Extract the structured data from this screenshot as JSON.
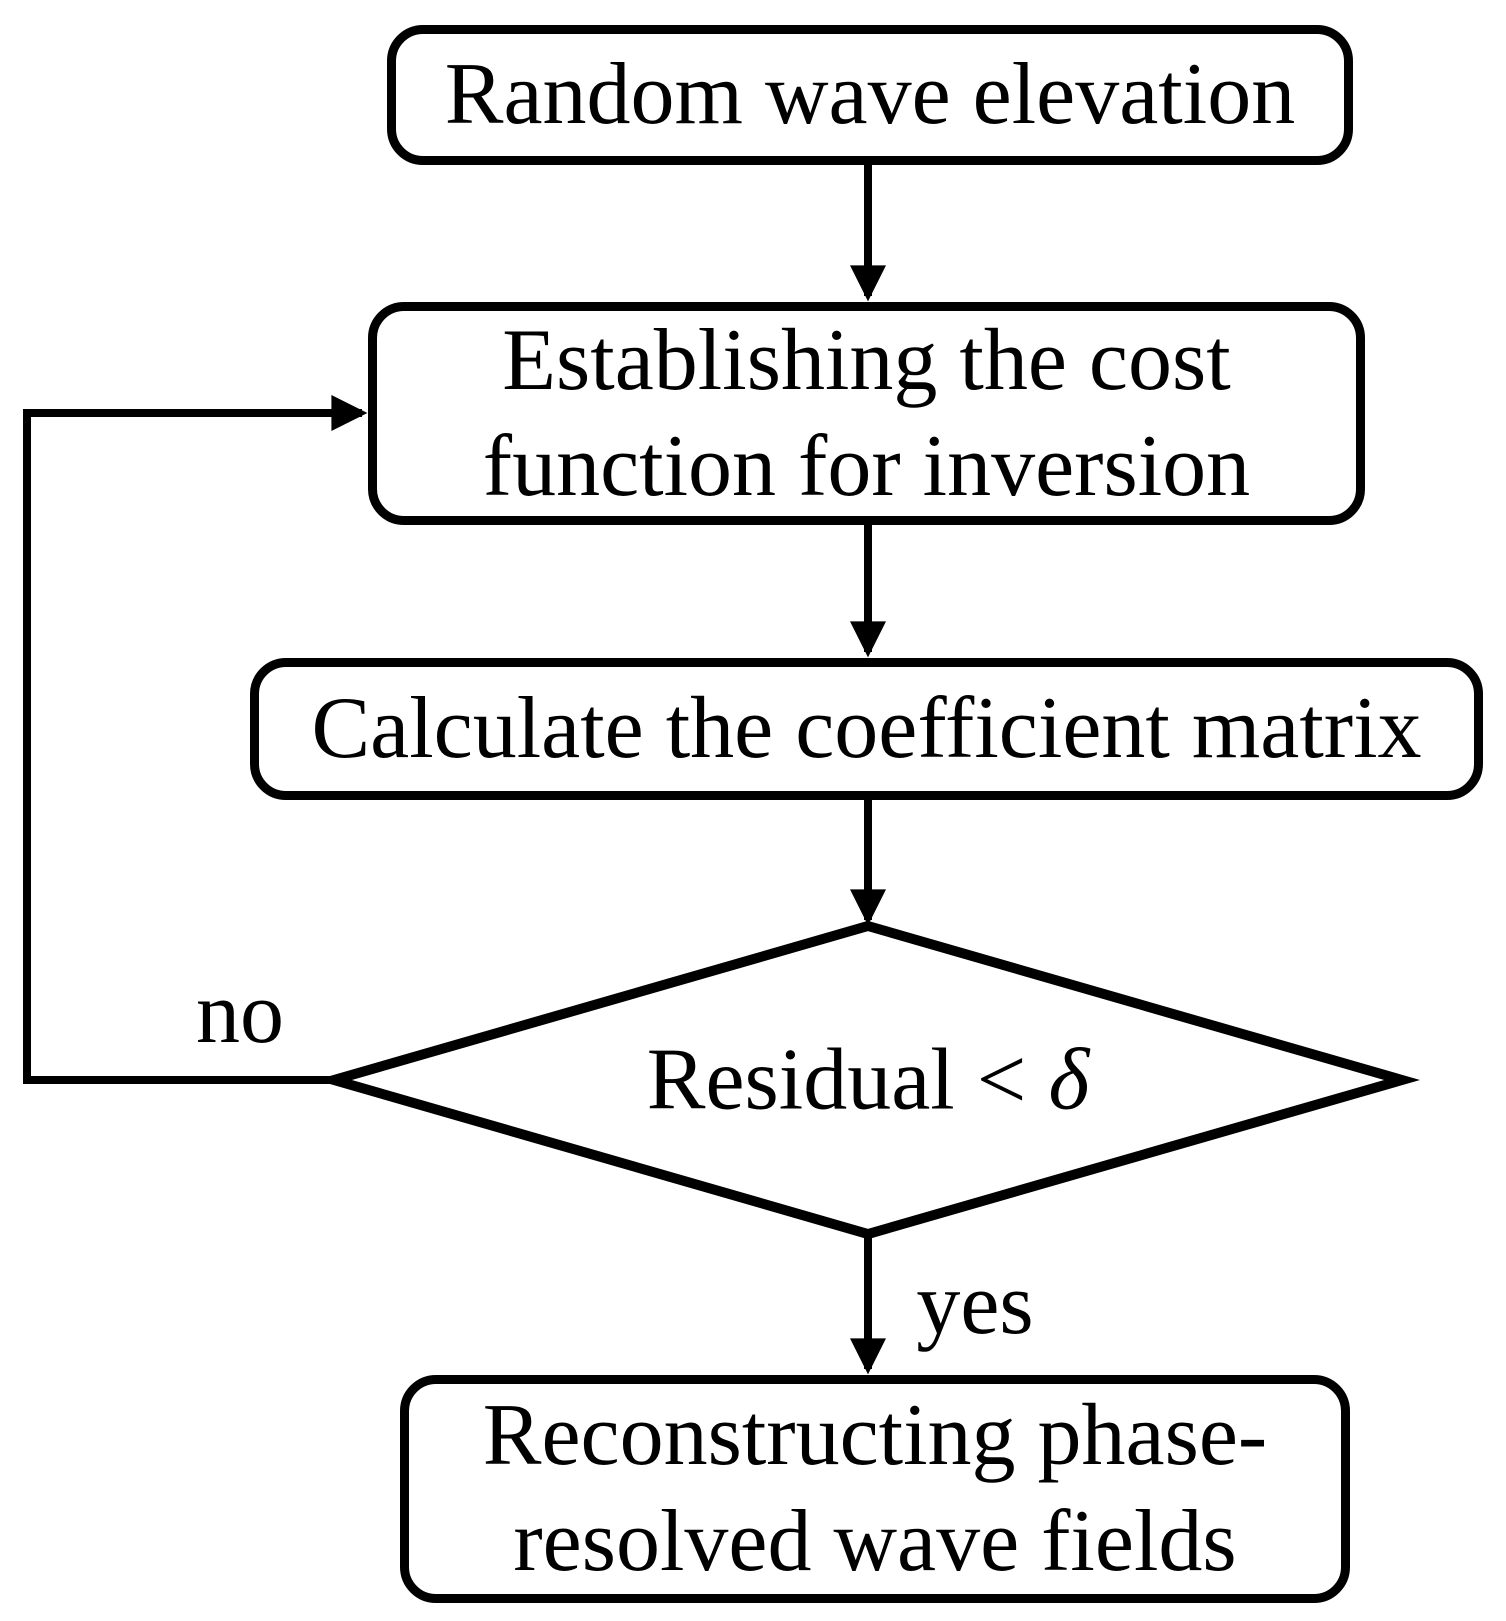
{
  "nodes": {
    "start": {
      "label": "Random wave elevation"
    },
    "cost": {
      "label": "Establishing the cost\nfunction for inversion"
    },
    "matrix": {
      "label": "Calculate the coefficient matrix"
    },
    "decision": {
      "text": "Residual < ",
      "delta": "δ"
    },
    "output": {
      "label": "Reconstructing phase-\nresolved wave fields"
    }
  },
  "edges": {
    "no_label": "no",
    "yes_label": "yes"
  },
  "colors": {
    "stroke": "#000000",
    "background": "#ffffff"
  }
}
